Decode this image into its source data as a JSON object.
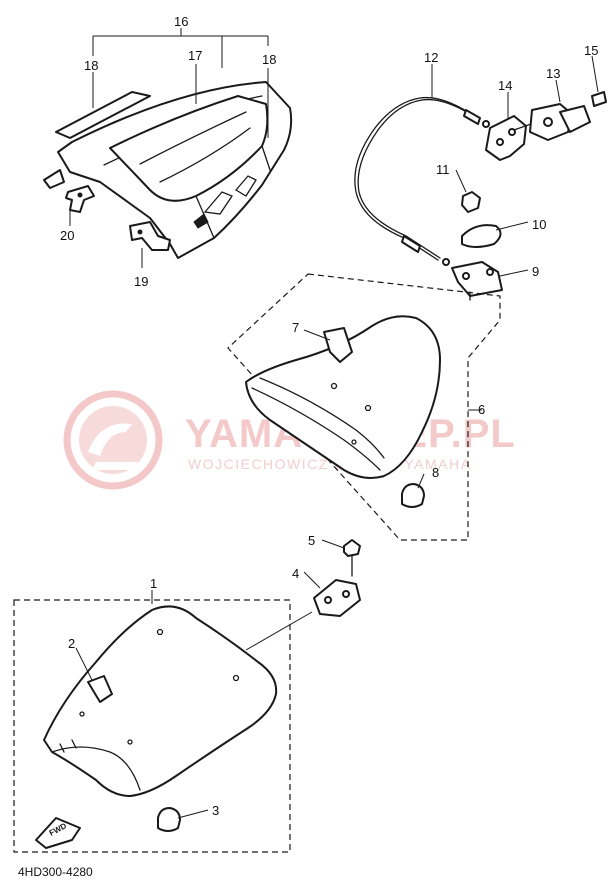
{
  "diagram": {
    "code": "4HD300-4280",
    "forward_label": "FWD",
    "watermark": {
      "title": "YAMA-SKLEP.PL",
      "subtitle": "WOJCIECHOWICZ DEALER YAMAHA"
    },
    "callouts": [
      "1",
      "2",
      "3",
      "4",
      "5",
      "6",
      "7",
      "8",
      "9",
      "10",
      "11",
      "12",
      "13",
      "14",
      "15",
      "16",
      "17",
      "18",
      "18",
      "19",
      "20"
    ]
  }
}
